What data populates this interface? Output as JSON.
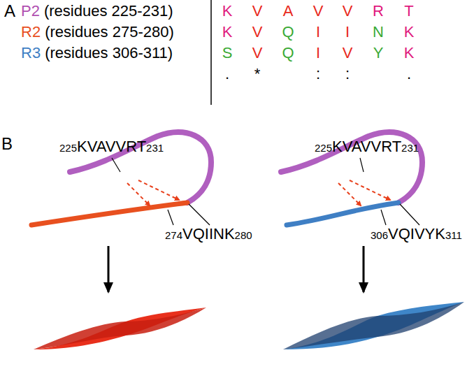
{
  "diagram": {
    "labels": [
      "A",
      "P2",
      "(residues 225-231)",
      "R2",
      "(residues 275-280)",
      "R3",
      "(residues 306-311)",
      "K",
      "V",
      "A",
      "V",
      "V",
      "R",
      "T",
      "K",
      "V",
      "Q",
      "I",
      "I",
      "N",
      "K",
      "S",
      "V",
      "Q",
      "I",
      "V",
      "Y",
      "K",
      ".",
      "*",
      ":",
      ":",
      ".",
      "B",
      "225",
      "KVAVVRT",
      "231",
      "274",
      "VQIINK",
      "280",
      "225",
      "KVAVVRT",
      "231",
      "306",
      "VQIVYK",
      "311"
    ]
  }
}
